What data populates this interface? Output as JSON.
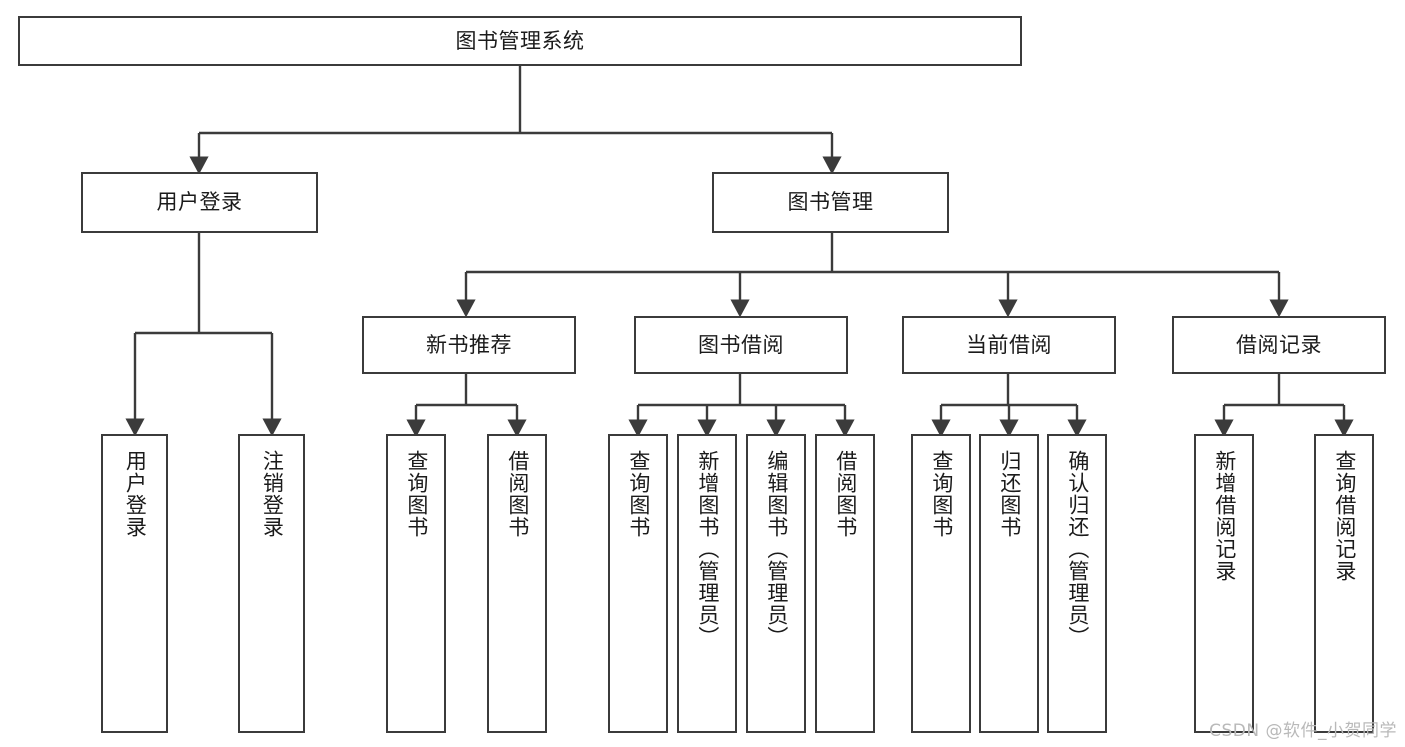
{
  "diagram": {
    "title": "图书管理系统",
    "type": "功能结构图",
    "background_color": "#ffffff",
    "border_color": "#3b3b3b",
    "text_color": "#1b1b1b",
    "watermark": "CSDN @软件_小贺同学"
  },
  "nodes": {
    "root": {
      "label": "图书管理系统"
    },
    "level2": [
      {
        "id": "user-login",
        "label": "用户登录"
      },
      {
        "id": "book-manage",
        "label": "图书管理"
      }
    ],
    "level3": [
      {
        "id": "new-book-recommend",
        "label": "新书推荐"
      },
      {
        "id": "book-borrow",
        "label": "图书借阅"
      },
      {
        "id": "current-borrow",
        "label": "当前借阅"
      },
      {
        "id": "borrow-record",
        "label": "借阅记录"
      }
    ],
    "leaves": {
      "user_login": [
        {
          "id": "leaf-user-login",
          "label": "用户登录"
        },
        {
          "id": "leaf-logout-login",
          "label": "注销登录"
        }
      ],
      "new_book_recommend": [
        {
          "id": "leaf-query-book-1",
          "label": "查询图书"
        },
        {
          "id": "leaf-borrow-book-1",
          "label": "借阅图书"
        }
      ],
      "book_borrow": [
        {
          "id": "leaf-query-book-2",
          "label": "查询图书"
        },
        {
          "id": "leaf-add-book",
          "label": "新增图书（管理员）"
        },
        {
          "id": "leaf-edit-book",
          "label": "编辑图书（管理员）"
        },
        {
          "id": "leaf-borrow-book-2",
          "label": "借阅图书"
        }
      ],
      "current_borrow": [
        {
          "id": "leaf-query-book-3",
          "label": "查询图书"
        },
        {
          "id": "leaf-return-book",
          "label": "归还图书"
        },
        {
          "id": "leaf-confirm-return",
          "label": "确认归还（管理员）"
        }
      ],
      "borrow_record": [
        {
          "id": "leaf-add-record",
          "label": "新增借阅记录"
        },
        {
          "id": "leaf-query-record",
          "label": "查询借阅记录"
        }
      ]
    }
  }
}
